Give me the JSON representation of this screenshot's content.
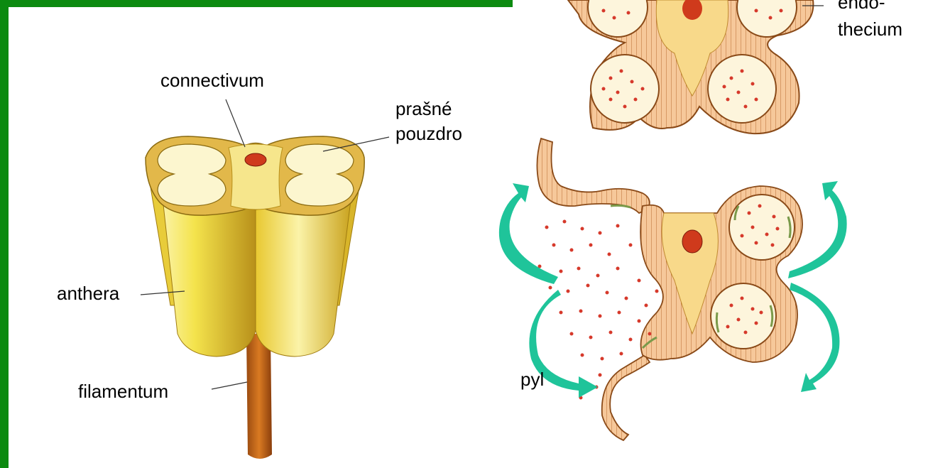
{
  "colors": {
    "frame_green": "#0c8a10",
    "column_yellow": "#f3e24a",
    "column_dark": "#c9a21d",
    "chamber_fill": "#fdf7d2",
    "rim_orange": "#e2b55a",
    "connective_fill": "#f8d98a",
    "vascular_red": "#cf3a1c",
    "filament_brown": "#c46a18",
    "wall_orange": "#e39a5a",
    "wall_cells": "#f6c89a",
    "pollen_red": "#d6392b",
    "endothecium_green": "#7a9a4a",
    "arrow_teal": "#1fc49a"
  },
  "icons": [
    "anther-3d-illustration",
    "anther-cross-section",
    "dehiscing-anther",
    "dehiscence-arrow"
  ],
  "labels": {
    "connectivum": "connectivum",
    "prasne_pouzdro_line1": "prašné",
    "prasne_pouzdro_line2": "pouzdro",
    "anthera": "anthera",
    "filamentum": "filamentum",
    "endothecium_line1": "endo-",
    "endothecium_line2": "thecium",
    "pyl_partial": "pyl"
  }
}
